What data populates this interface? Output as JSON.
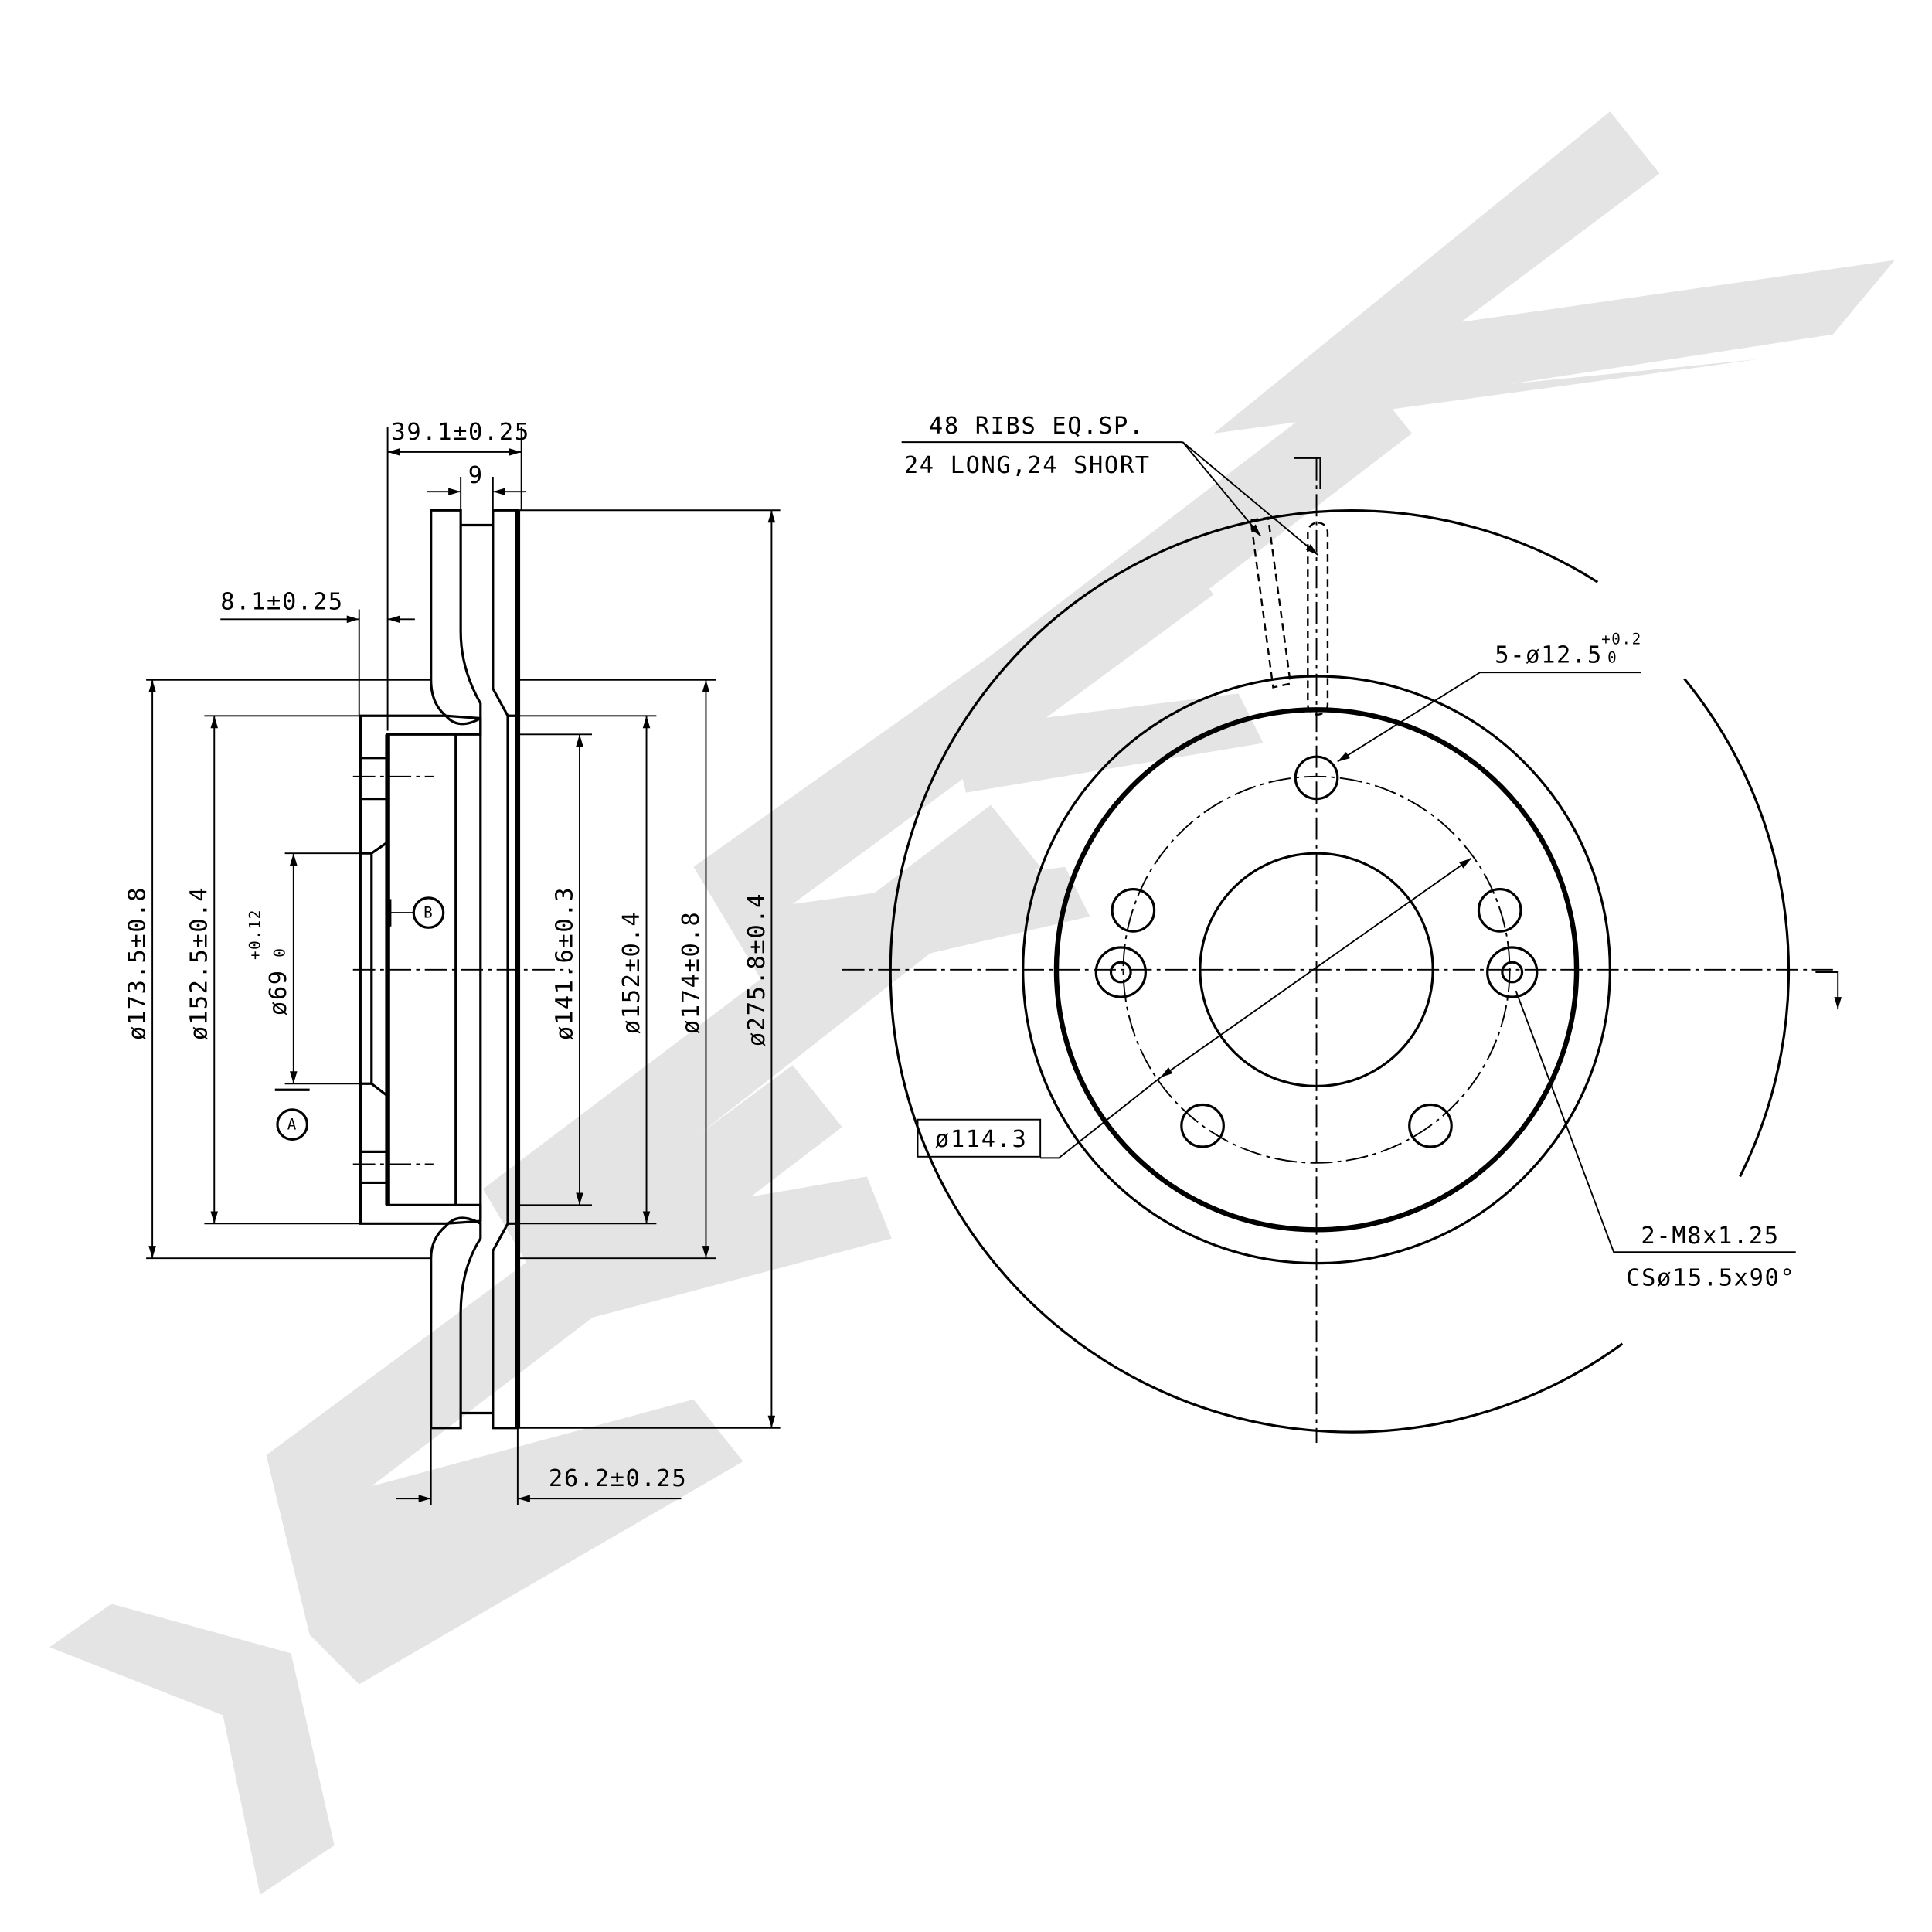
{
  "watermark": {
    "text": "ZENNEK",
    "color": "#e4e4e4"
  },
  "section_view": {
    "dims": {
      "overall_width": "39.1±0.25",
      "vent_gap": "9",
      "hat_offset": "8.1±0.25",
      "disc_thickness": "26.2±0.25",
      "d_173_5": "ø173.5±0.8",
      "d_152_5": "ø152.5±0.4",
      "d_69": "ø69",
      "d_69_tol_upper": "+0.12",
      "d_69_tol_lower": "0",
      "d_141_6": "ø141.6±0.3",
      "d_152": "ø152±0.4",
      "d_174": "ø174±0.8",
      "d_275_8": "ø275.8±0.4"
    },
    "datums": {
      "a": "A",
      "b": "B"
    }
  },
  "front_view": {
    "ribs_line1": "48 RIBS EQ.SP.",
    "ribs_line2": "24 LONG,24 SHORT",
    "bolt_holes": "5-ø12.5",
    "bolt_tol_upper": "+0.2",
    "bolt_tol_lower": "0",
    "pcd": "ø114.3",
    "thread_line1": "2-M8x1.25",
    "thread_line2": "CSø15.5x90°"
  }
}
